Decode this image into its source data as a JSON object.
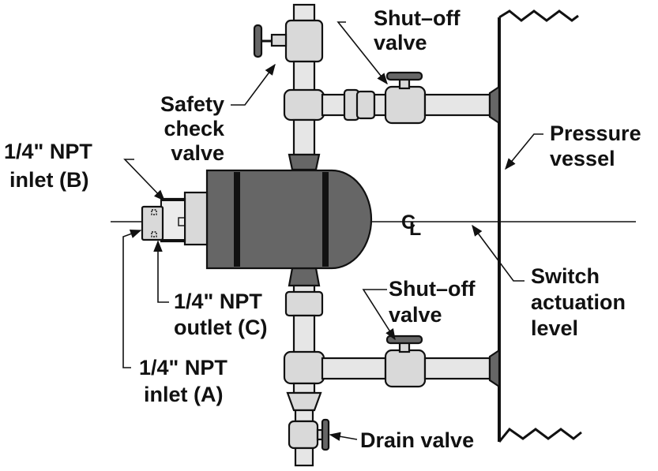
{
  "labels": {
    "safety_check_valve": [
      "Safety",
      "check",
      "valve"
    ],
    "shutoff_valve_top": [
      "Shut–off",
      "valve"
    ],
    "pressure_vessel": [
      "Pressure",
      "vessel"
    ],
    "inlet_b": [
      "1/4\" NPT",
      "inlet (B)"
    ],
    "outlet_c": [
      "1/4\" NPT",
      "outlet (C)"
    ],
    "inlet_a": [
      "1/4\" NPT",
      "inlet (A)"
    ],
    "shutoff_valve_bottom": [
      "Shut–off",
      "valve"
    ],
    "switch_actuation_level": [
      "Switch",
      "actuation",
      "level"
    ],
    "drain_valve": "Drain valve",
    "centerline_symbol": "CL"
  }
}
